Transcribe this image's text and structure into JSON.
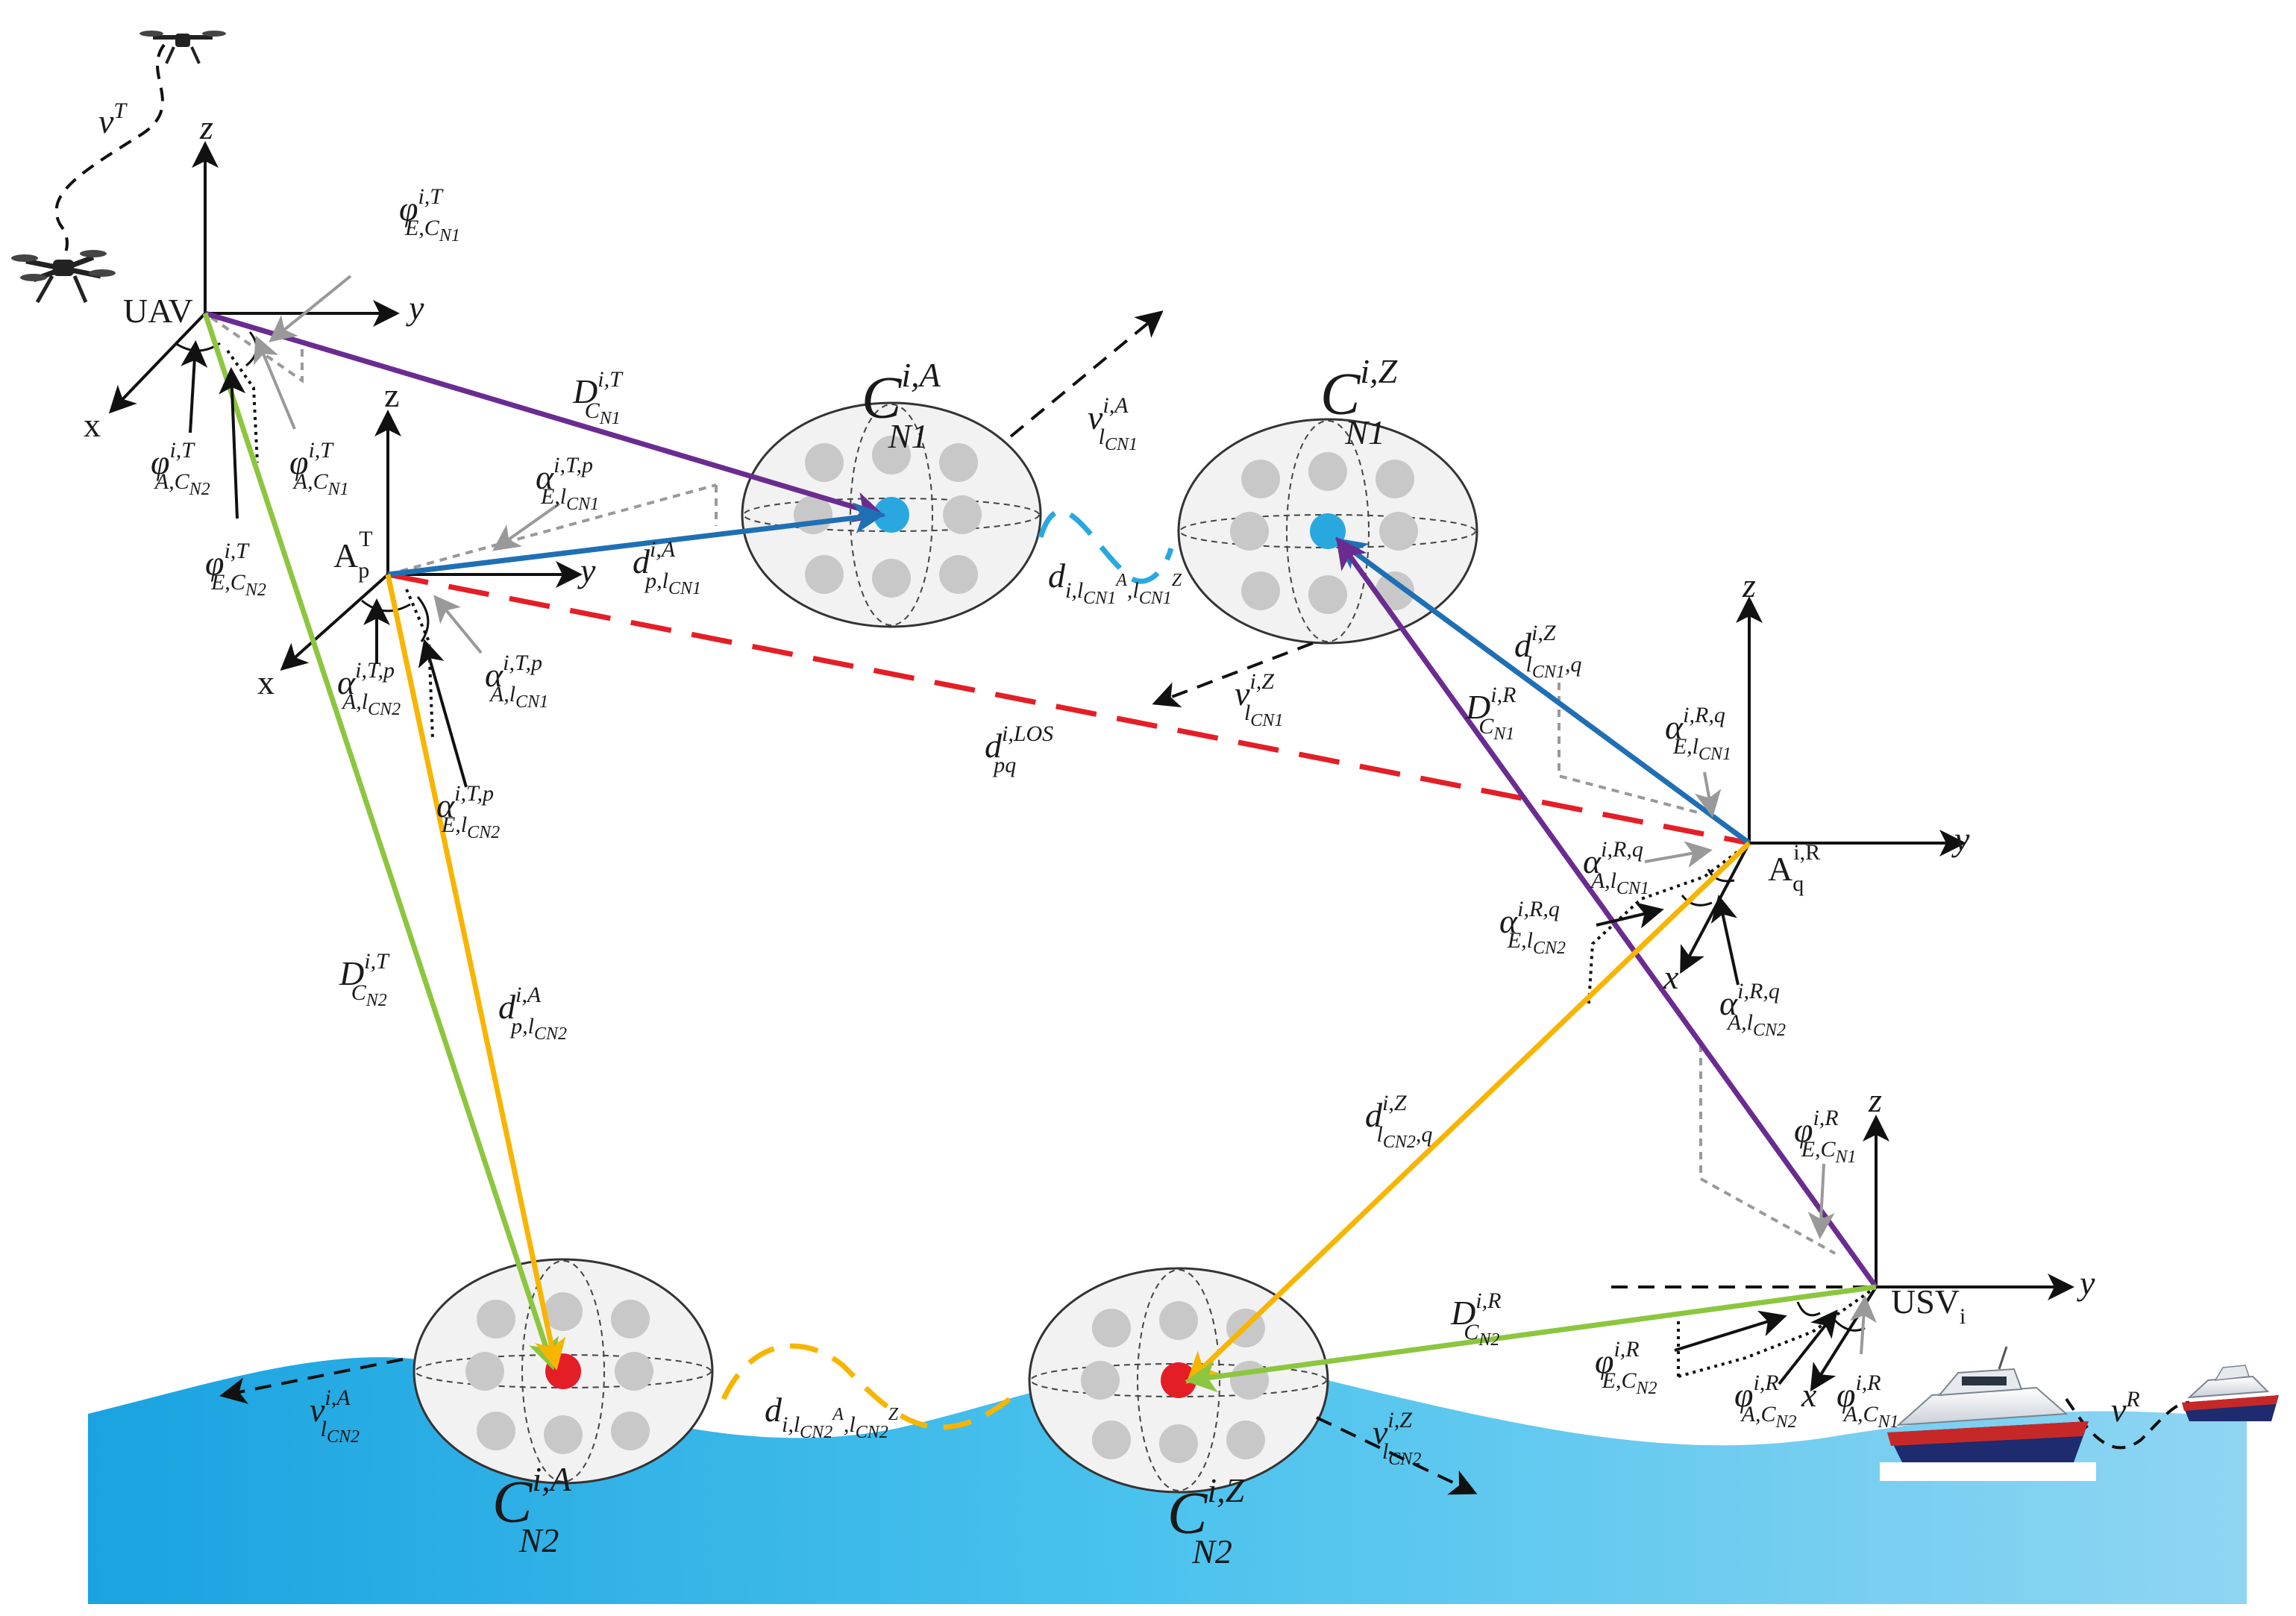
{
  "colors": {
    "purple": "#6a2c91",
    "blue": "#1f6fb4",
    "green": "#8cc63f",
    "orange": "#f7b500",
    "red": "#e41e26",
    "cyan": "#29a8e0",
    "gray": "#999999",
    "scatterer": "#c8c8c8",
    "sea_left": "#1aa3e0",
    "sea_right": "#8fd5f2"
  },
  "nodes": {
    "uav": {
      "label": "UAV"
    },
    "ap": {
      "base": "A",
      "sub": "p",
      "sup": "T"
    },
    "aq": {
      "base": "A",
      "sub": "q",
      "sup": "i,R"
    },
    "usv": {
      "base": "USV",
      "sub": "i"
    }
  },
  "axes": {
    "uav": {
      "x": "x",
      "y": "y",
      "z": "z"
    },
    "ap": {
      "x": "x",
      "y": "y",
      "z": "z"
    },
    "aq": {
      "x": "x",
      "y": "y",
      "z": "z"
    },
    "usv": {
      "x": "x",
      "y": "y",
      "z": "z"
    }
  },
  "clusters": {
    "cn1a": {
      "base": "C",
      "sup": "i,A",
      "sub": "N1"
    },
    "cn1z": {
      "base": "C",
      "sup": "i,Z",
      "sub": "N1"
    },
    "cn2a": {
      "base": "C",
      "sup": "i,A",
      "sub": "N2"
    },
    "cn2z": {
      "base": "C",
      "sup": "i,Z",
      "sub": "N2"
    }
  },
  "labels": {
    "vT": {
      "base": "v",
      "sup": "T"
    },
    "vR": {
      "base": "v",
      "sup": "R"
    },
    "phi_E_CN1_T": {
      "base": "φ",
      "sup": "i,T",
      "sub": "E,C",
      "subsub": "N1"
    },
    "phi_A_CN2_T": {
      "base": "φ",
      "sup": "i,T",
      "sub": "A,C",
      "subsub": "N2"
    },
    "phi_A_CN1_T": {
      "base": "φ",
      "sup": "i,T",
      "sub": "A,C",
      "subsub": "N1"
    },
    "phi_E_CN2_T": {
      "base": "φ",
      "sup": "i,T",
      "sub": "E,C",
      "subsub": "N2"
    },
    "D_CN1_T": {
      "base": "D",
      "sup": "i,T",
      "sub": "C",
      "subsub": "N1"
    },
    "D_CN2_T": {
      "base": "D",
      "sup": "i,T",
      "sub": "C",
      "subsub": "N2"
    },
    "alpha_E_lCN1_Tp": {
      "base": "α",
      "sup": "i,T,p",
      "sub": "E,l",
      "subsub": "CN1"
    },
    "alpha_A_lCN2_Tp": {
      "base": "α",
      "sup": "i,T,p",
      "sub": "A,l",
      "subsub": "CN2"
    },
    "alpha_A_lCN1_Tp": {
      "base": "α",
      "sup": "i,T,p",
      "sub": "A,l",
      "subsub": "CN1"
    },
    "alpha_E_lCN2_Tp": {
      "base": "α",
      "sup": "i,T,p",
      "sub": "E,l",
      "subsub": "CN2"
    },
    "d_p_lCN1": {
      "base": "d",
      "sup": "i,A",
      "sub": "p,l",
      "subsub": "CN1"
    },
    "d_p_lCN2": {
      "base": "d",
      "sup": "i,A",
      "sub": "p,l",
      "subsub": "CN2"
    },
    "v_lCN1_A": {
      "base": "v",
      "sup": "i,A",
      "sub": "l",
      "subsub": "CN1"
    },
    "v_lCN1_Z": {
      "base": "v",
      "sup": "i,Z",
      "sub": "l",
      "subsub": "CN1"
    },
    "v_lCN2_A": {
      "base": "v",
      "sup": "i,A",
      "sub": "l",
      "subsub": "CN2"
    },
    "v_lCN2_Z": {
      "base": "v",
      "sup": "i,Z",
      "sub": "l",
      "subsub": "CN2"
    },
    "d_ll_N1": {
      "base": "d",
      "sub": "i,l",
      "subsub": "CN1",
      "mid": "A",
      "sub2": ",l",
      "subsub2": "CN1",
      "end": "Z"
    },
    "d_ll_N2": {
      "base": "d",
      "sub": "i,l",
      "subsub": "CN2",
      "mid": "A",
      "sub2": ",l",
      "subsub2": "CN2",
      "end": "Z"
    },
    "d_pq_LOS": {
      "base": "d",
      "sup": "i,LOS",
      "sub": "pq"
    },
    "d_lCN1_q": {
      "base": "d",
      "sup": "i,Z",
      "sub": "l",
      "subsub": "CN1",
      "tail": ",q"
    },
    "d_lCN2_q": {
      "base": "d",
      "sup": "i,Z",
      "sub": "l",
      "subsub": "CN2",
      "tail": ",q"
    },
    "D_CN1_R": {
      "base": "D",
      "sup": "i,R",
      "sub": "C",
      "subsub": "N1"
    },
    "D_CN2_R": {
      "base": "D",
      "sup": "i,R",
      "sub": "C",
      "subsub": "N2"
    },
    "alpha_E_lCN1_Rq": {
      "base": "α",
      "sup": "i,R,q",
      "sub": "E,l",
      "subsub": "CN1"
    },
    "alpha_A_lCN1_Rq": {
      "base": "α",
      "sup": "i,R,q",
      "sub": "A,l",
      "subsub": "CN1"
    },
    "alpha_E_lCN2_Rq": {
      "base": "α",
      "sup": "i,R,q",
      "sub": "E,l",
      "subsub": "CN2"
    },
    "alpha_A_lCN2_Rq": {
      "base": "α",
      "sup": "i,R,q",
      "sub": "A,l",
      "subsub": "CN2"
    },
    "phi_E_CN1_R": {
      "base": "φ",
      "sup": "i,R",
      "sub": "E,C",
      "subsub": "N1"
    },
    "phi_E_CN2_R": {
      "base": "φ",
      "sup": "i,R",
      "sub": "E,C",
      "subsub": "N2"
    },
    "phi_A_CN2_R": {
      "base": "φ",
      "sup": "i,R",
      "sub": "A,C",
      "subsub": "N2"
    },
    "phi_A_CN1_R": {
      "base": "φ",
      "sup": "i,R",
      "sub": "A,C",
      "subsub": "N1"
    }
  }
}
